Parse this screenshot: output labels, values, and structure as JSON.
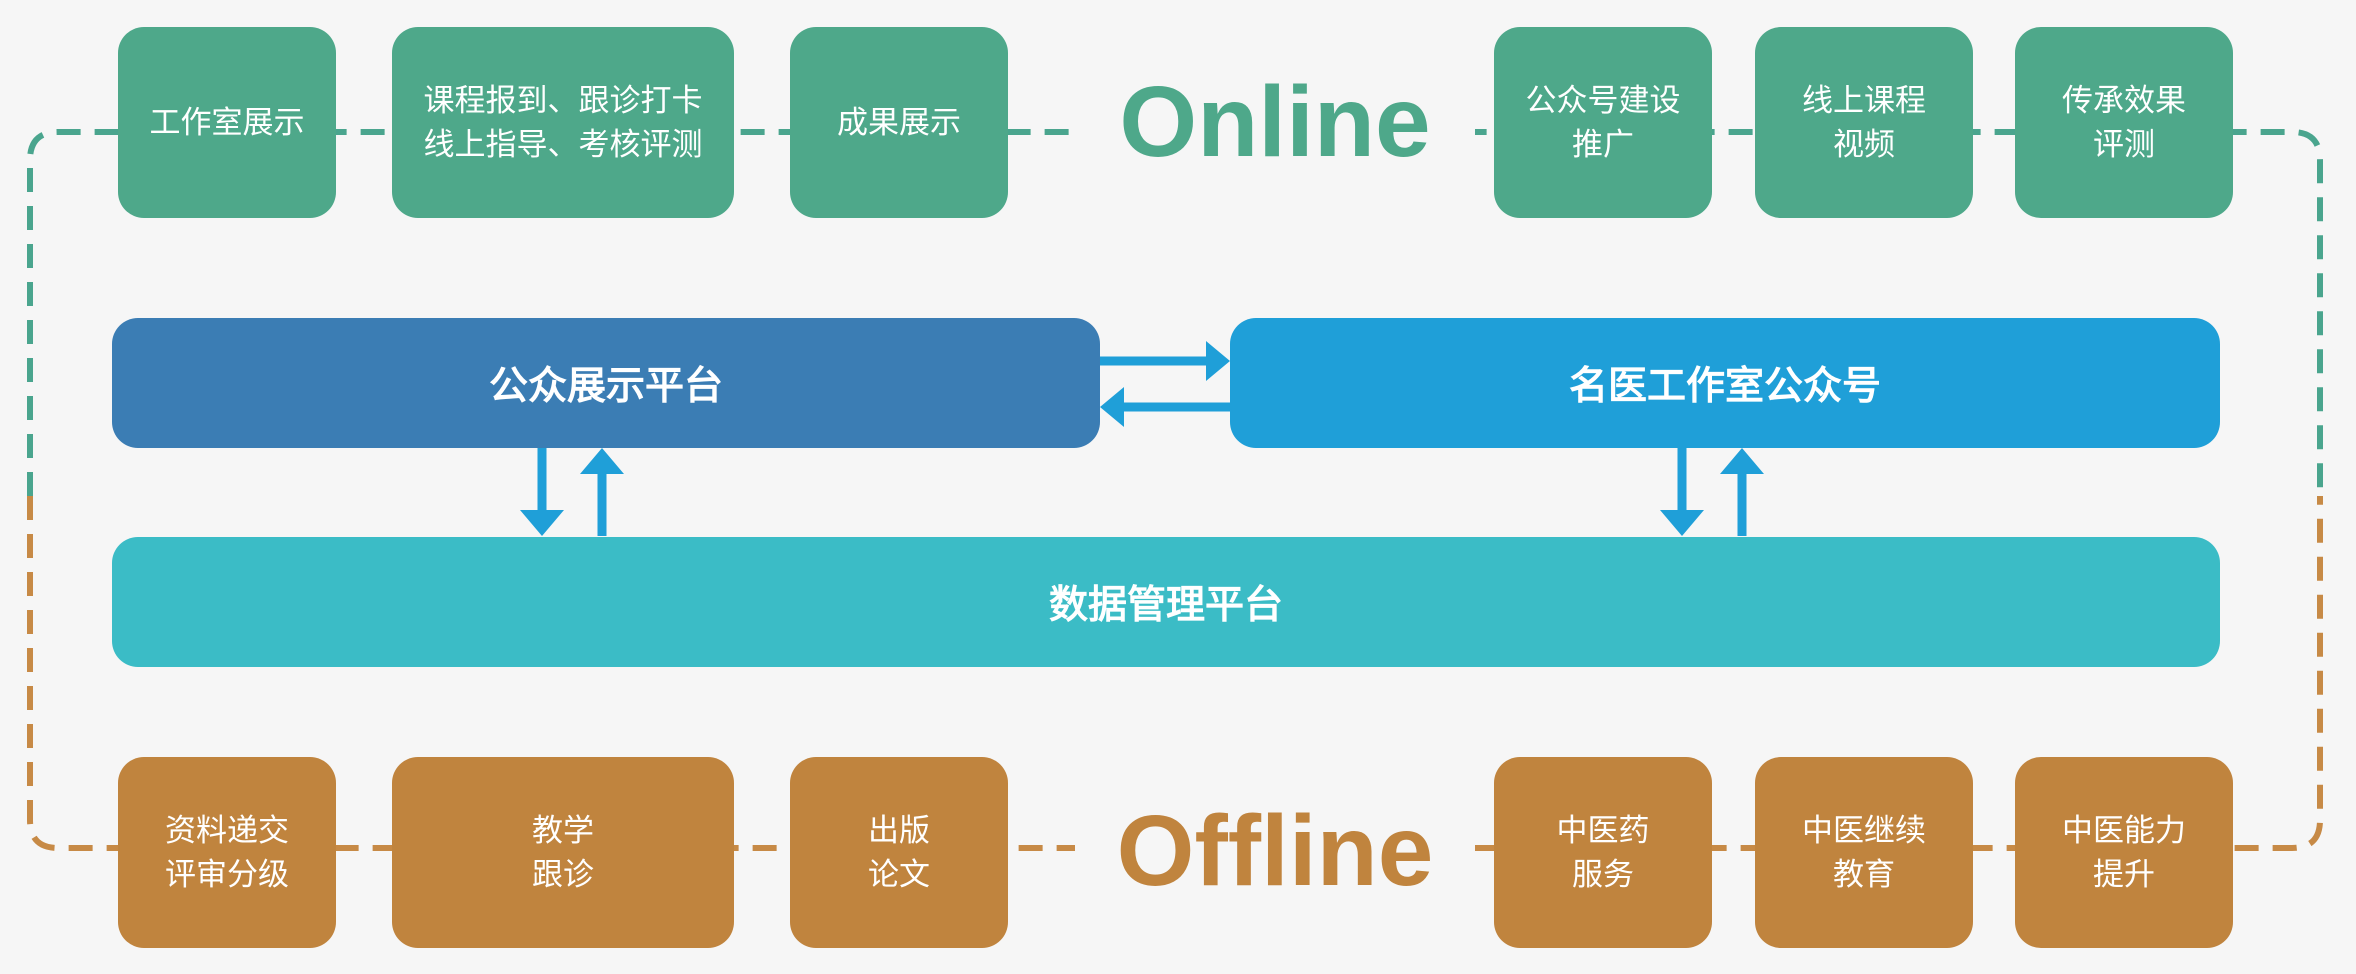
{
  "colors": {
    "online": "#4ea88a",
    "offline": "#c0843e",
    "online_dash": "#4aa58e",
    "offline_dash": "#c78a46",
    "public_platform": "#3b7db4",
    "official_account": "#1f9fd8",
    "data_platform": "#3bbcc6",
    "arrow": "#1f9fd8",
    "background": "#f6f6f6"
  },
  "online": {
    "label": "Online",
    "left_boxes": [
      {
        "lines": [
          "工作室展示"
        ]
      },
      {
        "lines": [
          "课程报到、跟诊打卡",
          "线上指导、考核评测"
        ]
      },
      {
        "lines": [
          "成果展示"
        ]
      }
    ],
    "right_boxes": [
      {
        "lines": [
          "公众号建设",
          "推广"
        ]
      },
      {
        "lines": [
          "线上课程",
          "视频"
        ]
      },
      {
        "lines": [
          "传承效果",
          "评测"
        ]
      }
    ]
  },
  "offline": {
    "label": "Offline",
    "left_boxes": [
      {
        "lines": [
          "资料递交",
          "评审分级"
        ]
      },
      {
        "lines": [
          "教学",
          "跟诊"
        ]
      },
      {
        "lines": [
          "出版",
          "论文"
        ]
      }
    ],
    "right_boxes": [
      {
        "lines": [
          "中医药",
          "服务"
        ]
      },
      {
        "lines": [
          "中医继续",
          "教育"
        ]
      },
      {
        "lines": [
          "中医能力",
          "提升"
        ]
      }
    ]
  },
  "platforms": {
    "public": "公众展示平台",
    "official_account": "名医工作室公众号",
    "data": "数据管理平台"
  }
}
